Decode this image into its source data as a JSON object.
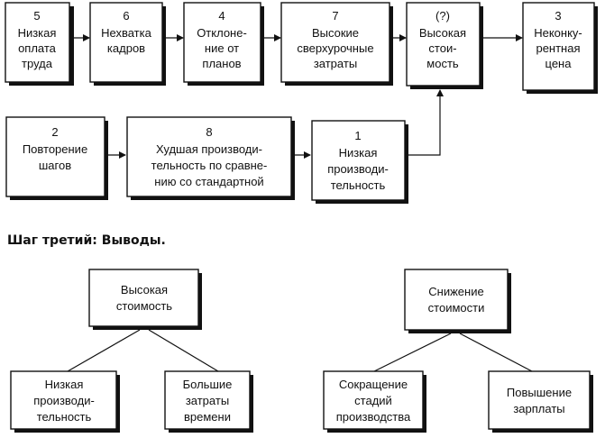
{
  "flow_nodes": {
    "n5": {
      "number": "5",
      "lines": [
        "Низкая",
        "оплата",
        "труда"
      ]
    },
    "n6": {
      "number": "6",
      "lines": [
        "Нехватка",
        "кадров"
      ]
    },
    "n4": {
      "number": "4",
      "lines": [
        "Отклоне-",
        "ние от",
        "планов"
      ]
    },
    "n7": {
      "number": "7",
      "lines": [
        "Высокие",
        "сверхурочные",
        "затраты"
      ]
    },
    "nq": {
      "number": "(?)",
      "lines": [
        "Высокая",
        "стои-",
        "мость"
      ]
    },
    "n3": {
      "number": "3",
      "lines": [
        "Неконку-",
        "рентная",
        "цена"
      ]
    },
    "n2": {
      "number": "2",
      "lines": [
        "Повторение",
        "шагов"
      ]
    },
    "n8": {
      "number": "8",
      "lines": [
        "Худшая производи-",
        "тельность по сравне-",
        "нию со стандартной"
      ]
    },
    "n1": {
      "number": "1",
      "lines": [
        "Низкая",
        "производи-",
        "тельность"
      ]
    }
  },
  "section_heading": "Шаг третий: Выводы.",
  "tree_left": {
    "root": {
      "lines": [
        "Высокая",
        "стоимость"
      ]
    },
    "left": {
      "lines": [
        "Низкая",
        "производи-",
        "тельность"
      ]
    },
    "right": {
      "lines": [
        "Большие",
        "затраты",
        "времени"
      ]
    }
  },
  "tree_right": {
    "root": {
      "lines": [
        "Снижение",
        "стоимости"
      ]
    },
    "left": {
      "lines": [
        "Сокращение",
        "стадий",
        "производства"
      ]
    },
    "right": {
      "lines": [
        "Повышение",
        "зарплаты"
      ]
    }
  },
  "colors": {
    "ink": "#111111",
    "paper": "#ffffff"
  }
}
